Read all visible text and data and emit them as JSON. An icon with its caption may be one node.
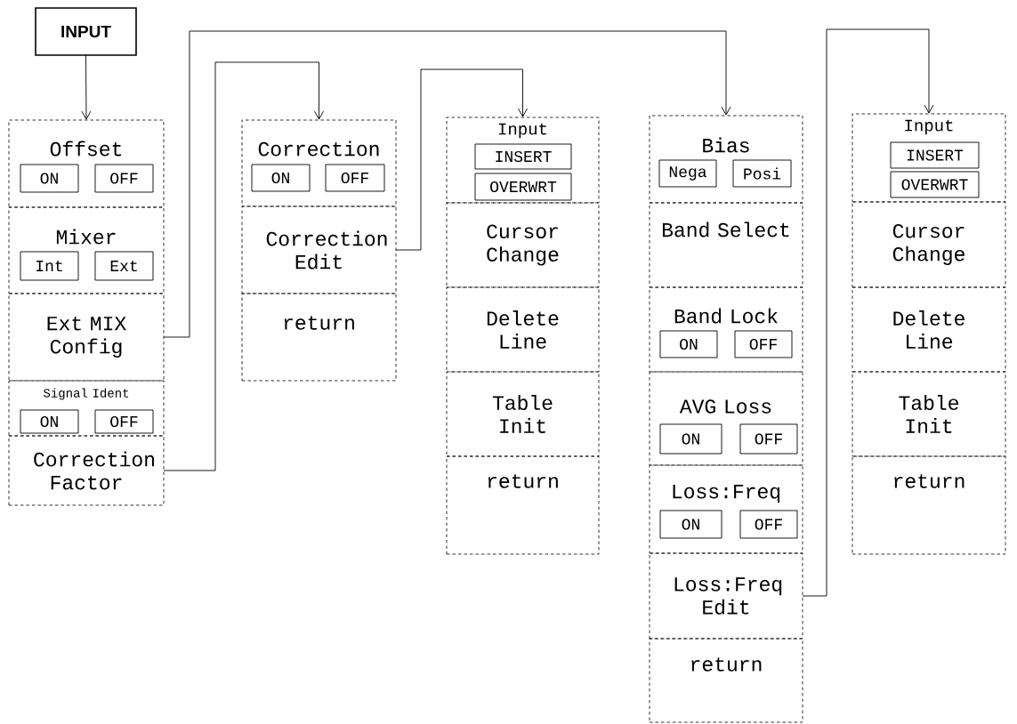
{
  "diagram": {
    "nodes": [
      {
        "text": [
          "INPUT"
        ]
      },
      {
        "text": [
          "Offset"
        ]
      },
      {
        "text": [
          "ON"
        ],
        "in": 1
      },
      {
        "text": [
          "OFF"
        ],
        "in": 1
      },
      {
        "text": [
          "Mixer"
        ]
      },
      {
        "text": [
          "Int"
        ],
        "in": 4
      },
      {
        "text": [
          "Ext"
        ],
        "in": 4
      },
      {
        "text": [
          "Ext MIX Config"
        ]
      },
      {
        "text": [
          "Signal Ident"
        ]
      },
      {
        "text": [
          "ON"
        ],
        "in": 8
      },
      {
        "text": [
          "OFF"
        ],
        "in": 8
      },
      {
        "text": [
          "Correction Factor"
        ]
      },
      {
        "text": [
          "Correction"
        ]
      },
      {
        "text": [
          "ON"
        ],
        "in": 12
      },
      {
        "text": [
          "OFF"
        ],
        "in": 12
      },
      {
        "text": [
          "Correction Edit"
        ]
      },
      {
        "text": [
          "return"
        ]
      },
      {
        "text": [
          "Input"
        ]
      },
      {
        "text": [
          "INSERT"
        ],
        "in": 17
      },
      {
        "text": [
          "OVERWRT"
        ],
        "in": 17
      },
      {
        "text": [
          "Cursor Change"
        ]
      },
      {
        "text": [
          "Delete Line"
        ]
      },
      {
        "text": [
          "Table Init"
        ]
      },
      {
        "text": [
          "return"
        ]
      },
      {
        "text": [
          "Bias"
        ]
      },
      {
        "text": [
          "Nega"
        ],
        "in": 24
      },
      {
        "text": [
          "Posi"
        ],
        "in": 24
      },
      {
        "text": [
          "Band Select"
        ]
      },
      {
        "text": [
          "Band Lock"
        ]
      },
      {
        "text": [
          "ON"
        ],
        "in": 28
      },
      {
        "text": [
          "OFF"
        ],
        "in": 28
      },
      {
        "text": [
          "AVG Loss"
        ]
      },
      {
        "text": [
          "ON"
        ],
        "in": 31
      },
      {
        "text": [
          "OFF"
        ],
        "in": 31
      },
      {
        "text": [
          "Loss:Freq"
        ]
      },
      {
        "text": [
          "ON"
        ],
        "in": 34
      },
      {
        "text": [
          "OFF"
        ],
        "in": 34
      },
      {
        "text": [
          "Loss:Freq Edit"
        ]
      },
      {
        "text": [
          "return"
        ]
      },
      {
        "text": [
          "Input"
        ]
      },
      {
        "text": [
          "INSERT"
        ],
        "in": 39
      },
      {
        "text": [
          "OVERWRT"
        ],
        "in": 39
      },
      {
        "text": [
          "Cursor Change"
        ]
      },
      {
        "text": [
          "Delete Line"
        ]
      },
      {
        "text": [
          "Table Init"
        ]
      },
      {
        "text": [
          "return"
        ]
      }
    ],
    "edges": [
      {
        "from": 0,
        "to": 1,
        "arrow": "to"
      },
      {
        "from": 7,
        "to": 24,
        "arrow": "to"
      },
      {
        "from": 11,
        "to": 12,
        "arrow": "to"
      },
      {
        "from": 15,
        "to": 17,
        "arrow": "to"
      },
      {
        "from": 37,
        "to": 39,
        "arrow": "to"
      }
    ]
  }
}
